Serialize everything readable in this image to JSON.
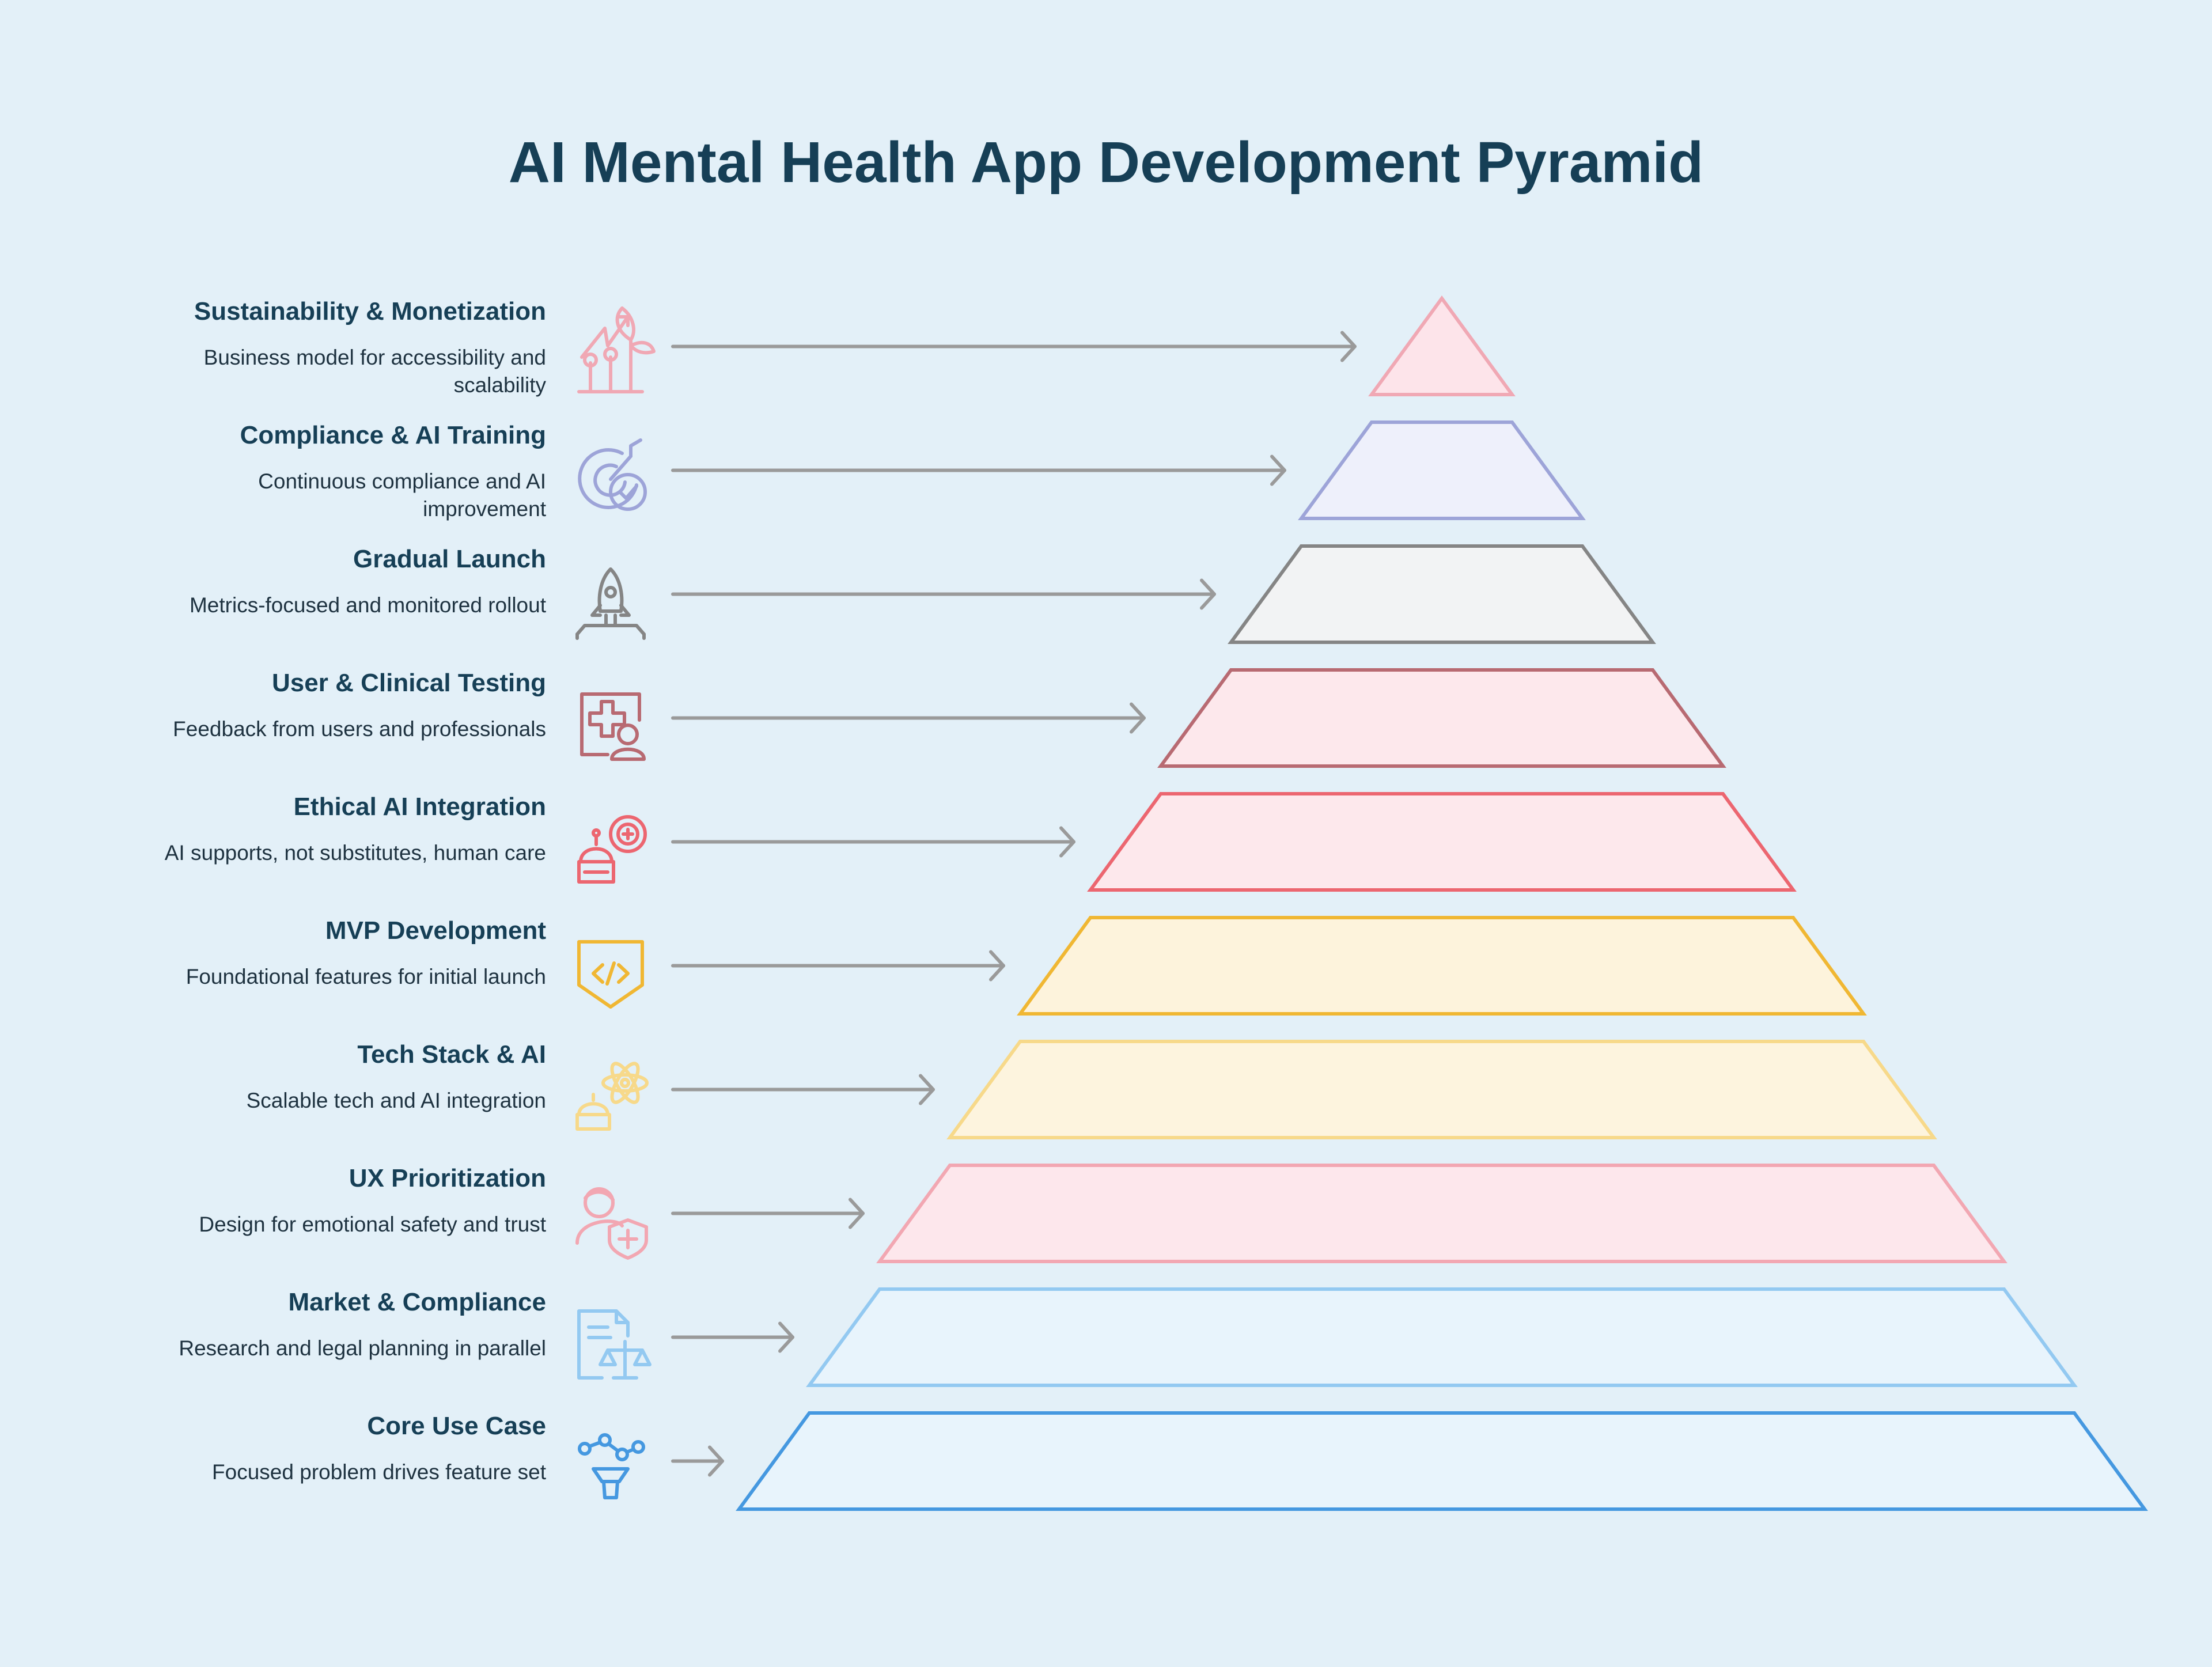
{
  "title": "AI Mental Health App Development Pyramid",
  "levels": [
    {
      "title": "Sustainability & Monetization",
      "desc": "Business model for accessibility and scalability",
      "icon": "growth-plant-icon",
      "stroke": "#f0a8b4",
      "fill": "#fde4ea"
    },
    {
      "title": "Compliance & AI Training",
      "desc": "Continuous compliance and AI improvement",
      "icon": "target-check-icon",
      "stroke": "#9da4d8",
      "fill": "#eef0fb"
    },
    {
      "title": "Gradual Launch",
      "desc": "Metrics-focused and monitored rollout",
      "icon": "rocket-icon",
      "stroke": "#858585",
      "fill": "#f2f3f4"
    },
    {
      "title": "User & Clinical Testing",
      "desc": "Feedback from users and professionals",
      "icon": "medical-user-icon",
      "stroke": "#b86a72",
      "fill": "#fde8ec"
    },
    {
      "title": "Ethical AI Integration",
      "desc": "AI supports, not substitutes, human care",
      "icon": "robot-care-icon",
      "stroke": "#ec6670",
      "fill": "#fde8ec"
    },
    {
      "title": "MVP Development",
      "desc": "Foundational features for initial launch",
      "icon": "code-shield-icon",
      "stroke": "#f0b733",
      "fill": "#fdf3dc"
    },
    {
      "title": "Tech Stack & AI",
      "desc": "Scalable tech and AI integration",
      "icon": "atom-robot-icon",
      "stroke": "#f7d98a",
      "fill": "#fdf4de"
    },
    {
      "title": "UX Prioritization",
      "desc": "Design for emotional safety and trust",
      "icon": "user-shield-icon",
      "stroke": "#f2a7b2",
      "fill": "#fde7ec"
    },
    {
      "title": "Market & Compliance",
      "desc": "Research and legal planning in parallel",
      "icon": "document-scale-icon",
      "stroke": "#93c9f1",
      "fill": "#e8f4fc"
    },
    {
      "title": "Core Use Case",
      "desc": "Focused problem drives feature set",
      "icon": "funnel-network-icon",
      "stroke": "#4598e0",
      "fill": "#e8f4fc"
    }
  ],
  "colors": {
    "title": "#163f56",
    "arrow": "#9a9a9a",
    "background": "#e3f0f8"
  }
}
